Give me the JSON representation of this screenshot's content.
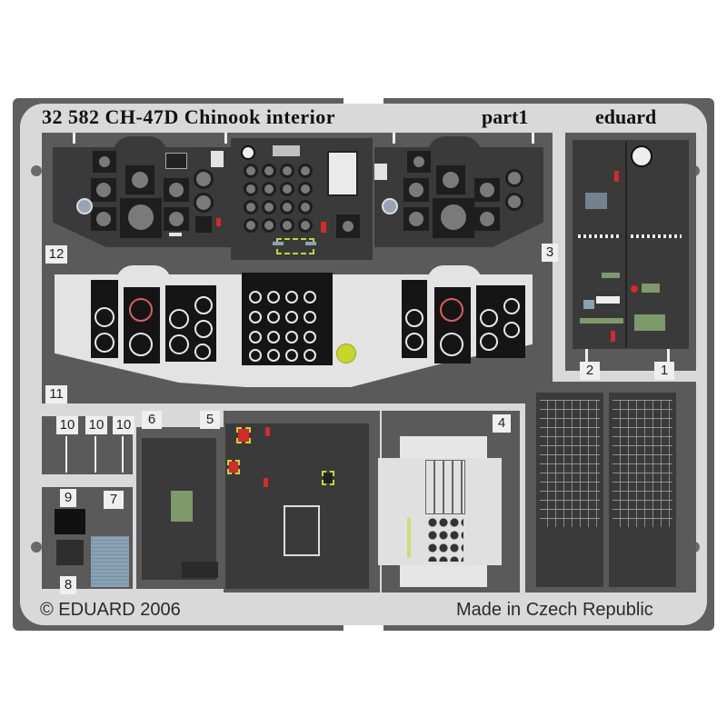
{
  "fret": {
    "title": "32 582  CH-47D Chinook interior",
    "part": "part1",
    "brand": "eduard",
    "copyright": "© EDUARD 2006",
    "origin": "Made in Czech Republic"
  },
  "part_numbers": {
    "p12": "12",
    "p11": "11",
    "p3": "3",
    "p2": "2",
    "p1": "1",
    "p10a": "10",
    "p10b": "10",
    "p10c": "10",
    "p9": "9",
    "p8": "8",
    "p7": "7",
    "p6": "6",
    "p5": "5",
    "p4": "4"
  },
  "colors": {
    "frame": "#5f5f5f",
    "sheet": "#d9d9d9",
    "panel": "#3a3a3a",
    "black_panel": "#151515",
    "gauge_face": "#7a7a7a",
    "accent_yellow": "#c8d62a",
    "accent_red": "#d42a2a",
    "lcd_green": "#7e9a6a",
    "glass_blue": "#8aa2b4"
  }
}
